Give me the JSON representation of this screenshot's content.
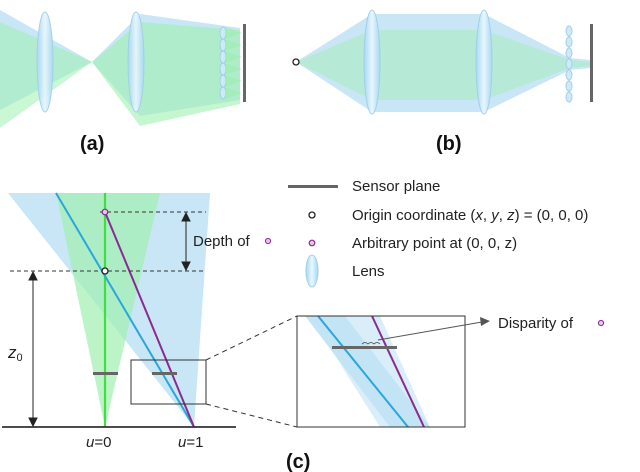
{
  "panels": {
    "a": {
      "label": "(a)"
    },
    "b": {
      "label": "(b)"
    },
    "c": {
      "label": "(c)"
    }
  },
  "legend": {
    "sensor_plane": "Sensor plane",
    "origin_prefix": "Origin coordinate (",
    "origin_x": "x",
    "origin_sep1": ", ",
    "origin_y": "y",
    "origin_sep2": ", ",
    "origin_z": "z",
    "origin_suffix": ") = (0, 0, 0)",
    "arbitrary_point": "Arbitrary point at (0, 0, z)",
    "lens": "Lens"
  },
  "annotations": {
    "depth_of": "Depth of",
    "disparity_of": "Disparity of",
    "z0_main": "z",
    "z0_sub": "0",
    "u0_var": "u",
    "u0_val": "=0",
    "u1_var": "u",
    "u1_val": "=1"
  },
  "colors": {
    "blue_fill": "#bfe2f5",
    "green_fill": "#9ff0b0",
    "blue_line": "#2aa6dd",
    "green_line": "#3ee03e",
    "purple": "#8b2a8f",
    "sensor": "#666666",
    "lens_fill": "#cfe9f7"
  }
}
